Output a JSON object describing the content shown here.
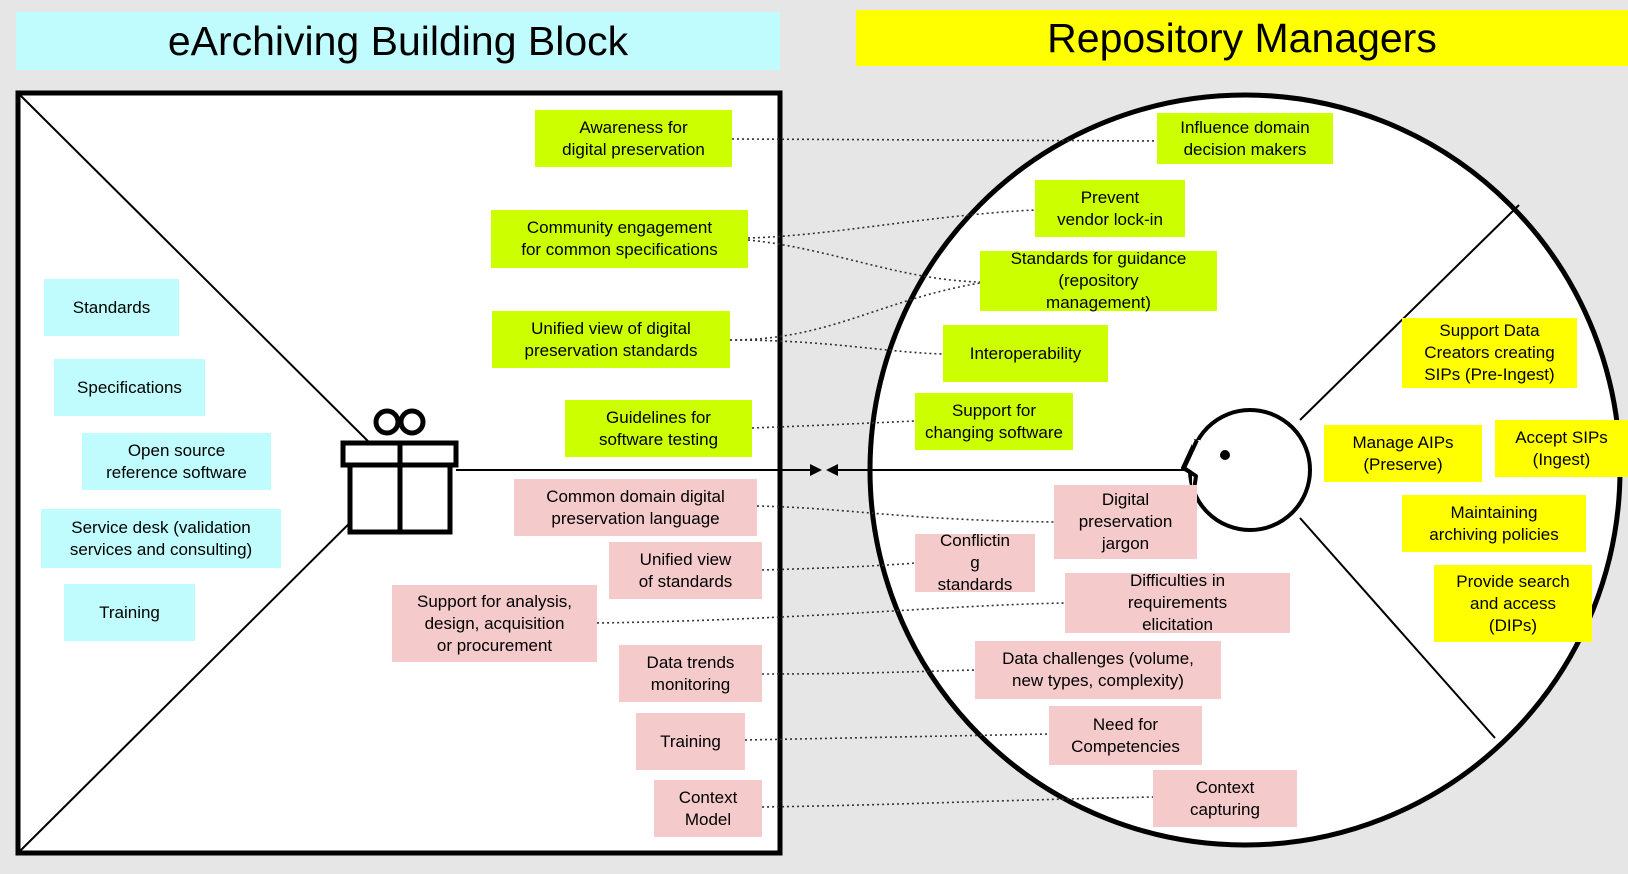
{
  "left_title": "eArchiving Building Block",
  "right_title": "Repository Managers",
  "products": {
    "standards": "Standards",
    "specifications": "Specifications",
    "open_source": "Open source\nreference software",
    "service_desk": "Service desk (validation\nservices and consulting)",
    "training": "Training"
  },
  "gain_creators": {
    "awareness": "Awareness for\ndigital preservation",
    "community": "Community engagement\nfor common specifications",
    "unified_digital": "Unified view of digital\npreservation standards",
    "guidelines": "Guidelines for\nsoftware testing"
  },
  "pain_relievers": {
    "common_language": "Common domain digital\npreservation language",
    "unified_standards": "Unified view\nof standards",
    "support_analysis": "Support for analysis,\ndesign, acquisition\nor procurement",
    "data_trends": "Data trends\nmonitoring",
    "training": "Training",
    "context_model": "Context\nModel"
  },
  "gains": {
    "influence": "Influence domain\ndecision makers",
    "vendor": "Prevent\nvendor lock-in",
    "standards_guidance": "Standards for guidance\n(repository\nmanagement)",
    "interoperability": "Interoperability",
    "changing_software": "Support for\nchanging software"
  },
  "pains": {
    "jargon": "Digital\npreservation\njargon",
    "conflicting": "Conflictin\ng\nstandards",
    "requirements": "Difficulties in\nrequirements\nelicitation",
    "data_challenges": "Data challenges (volume,\nnew types, complexity)",
    "competencies": "Need for\nCompetencies",
    "context_capturing": "Context\ncapturing"
  },
  "jobs": {
    "support_data": "Support Data\nCreators creating\nSIPs (Pre-Ingest)",
    "manage_aips": "Manage AIPs\n(Preserve)",
    "accept_sips": "Accept SIPs\n(Ingest)",
    "maintaining": "Maintaining\narchiving policies",
    "provide_search": "Provide search\nand access\n(DIPs)"
  },
  "colors": {
    "green": "#ccff00",
    "pink": "#f4caca",
    "yellow": "#ffff00",
    "cyan": "#c0fcfd",
    "background": "#e6e6e6"
  }
}
